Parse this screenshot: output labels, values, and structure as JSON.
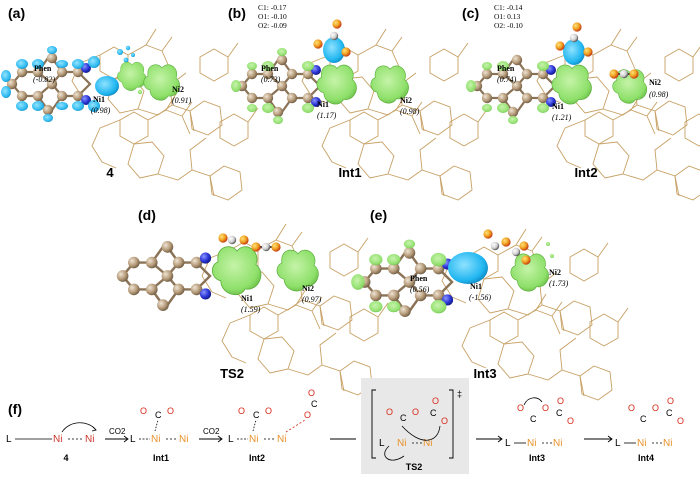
{
  "panels": {
    "a": {
      "tag": "(a)",
      "caption": "4",
      "phen": "Phen",
      "phen_val": "(-0.82)",
      "ni1": "Ni1",
      "ni1_val": "(0.98)",
      "ni2": "Ni2",
      "ni2_val": "(0.91)"
    },
    "b": {
      "tag": "(b)",
      "caption": "Int1",
      "c1": "C1: -0.17",
      "o1": "O1: -0.10",
      "o2": "O2: -0.09",
      "phen": "Phen",
      "phen_val": "(0.73)",
      "ni1": "Ni1",
      "ni1_val": "(1.17)",
      "ni2": "Ni2",
      "ni2_val": "(0.98)"
    },
    "c": {
      "tag": "(c)",
      "caption": "Int2",
      "c1": "C1: -0.14",
      "o1": "O1: 0.13",
      "o2": "O2: -0.10",
      "phen": "Phen",
      "phen_val": "(0.74)",
      "ni1": "Ni1",
      "ni1_val": "(1.21)",
      "ni2": "Ni2",
      "ni2_val": "(0.98)"
    },
    "d": {
      "tag": "(d)",
      "caption": "TS2",
      "ni1": "Ni1",
      "ni1_val": "(1.59)",
      "ni2": "Ni2",
      "ni2_val": "(0.97)"
    },
    "e": {
      "tag": "(e)",
      "caption": "Int3",
      "phen": "Phen",
      "phen_val": "(0.56)",
      "ni1": "Ni1",
      "ni1_val": "(-1.56)",
      "ni2": "Ni2",
      "ni2_val": "(1.73)"
    }
  },
  "scheme": {
    "tag": "(f)",
    "reagent": "CO2",
    "labels": [
      "4",
      "Int1",
      "Int2",
      "TS2",
      "Int3",
      "Int4"
    ],
    "dagger": "‡",
    "atoms": {
      "L": "L",
      "Ni": "Ni",
      "C": "C",
      "O": "O"
    }
  },
  "colors": {
    "phen_carbon": "#b59a78",
    "nitrogen": "#2b35d6",
    "spin_green": "#8ee06a",
    "spin_blue": "#20b6f0",
    "ligand_wire": "#c7a064",
    "oxygen": "#d92a1a",
    "ni_red": "#d1372b",
    "ni_orange": "#e8922b",
    "ts_box": "#e8e8e8"
  }
}
